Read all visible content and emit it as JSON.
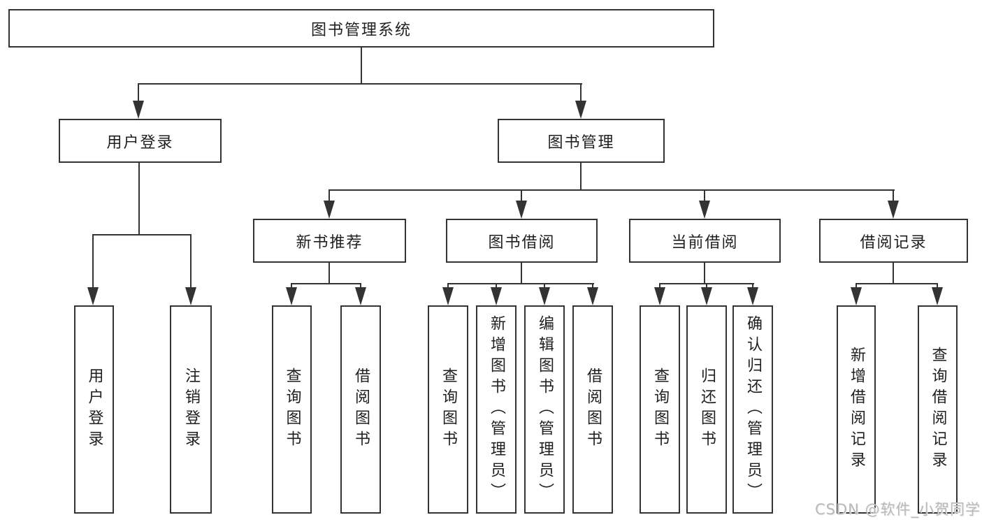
{
  "watermark": "CSDN @软件_小贺同学",
  "colors": {
    "line": "#333333",
    "text": "#1f1f1f",
    "background": "#ffffff",
    "watermark": "#b9b9b9"
  },
  "tree": {
    "root": {
      "label": "图书管理系统",
      "children": [
        {
          "label": "用户登录",
          "children": [
            {
              "label": "用户登录"
            },
            {
              "label": "注销登录"
            }
          ]
        },
        {
          "label": "图书管理",
          "children": [
            {
              "label": "新书推荐",
              "children": [
                {
                  "label": "查询图书"
                },
                {
                  "label": "借阅图书"
                }
              ]
            },
            {
              "label": "图书借阅",
              "children": [
                {
                  "label": "查询图书"
                },
                {
                  "label": "新增图书（管理员）"
                },
                {
                  "label": "编辑图书（管理员）"
                },
                {
                  "label": "借阅图书"
                }
              ]
            },
            {
              "label": "当前借阅",
              "children": [
                {
                  "label": "查询图书"
                },
                {
                  "label": "归还图书"
                },
                {
                  "label": "确认归还（管理员）"
                }
              ]
            },
            {
              "label": "借阅记录",
              "children": [
                {
                  "label": "新增借阅记录"
                },
                {
                  "label": "查询借阅记录"
                }
              ]
            }
          ]
        }
      ]
    }
  }
}
